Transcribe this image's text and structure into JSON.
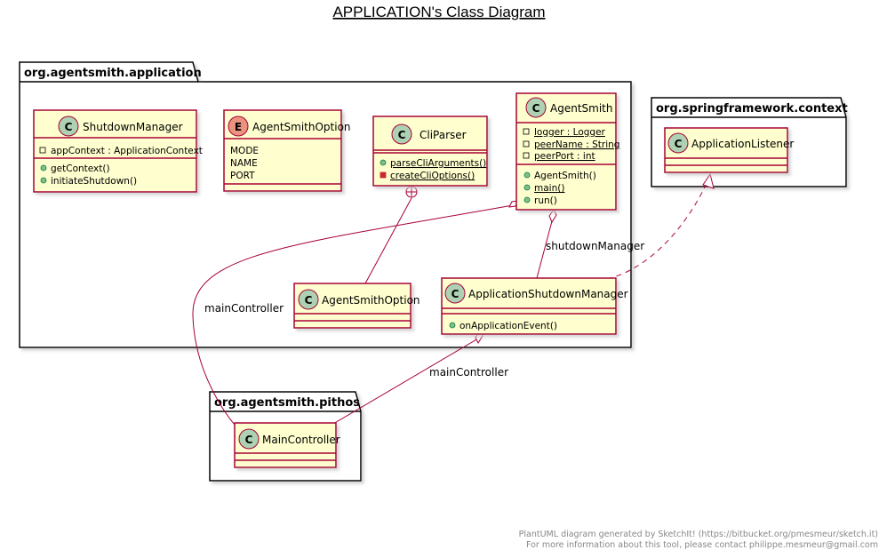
{
  "title": "APPLICATION's Class Diagram",
  "colors": {
    "class_fill": "#FEFECE",
    "class_border": "#A80036",
    "class_icon": "#ADD1B2",
    "enum_icon": "#EB937F",
    "line": "#A80036",
    "footer": "#888888"
  },
  "packages": {
    "application": "org.agentsmith.application",
    "spring": "org.springframework.context",
    "pithos": "org.agentsmith.pithos"
  },
  "classes": {
    "shutdown_manager": {
      "name": "ShutdownManager",
      "icon": "C",
      "fields": [
        "appContext : ApplicationContext"
      ],
      "methods": [
        "getContext()",
        "initiateShutdown()"
      ]
    },
    "agent_smith_option_enum": {
      "name": "AgentSmithOption",
      "icon": "E",
      "values": [
        "MODE",
        "NAME",
        "PORT"
      ]
    },
    "cli_parser": {
      "name": "CliParser",
      "icon": "C",
      "methods": [
        "parseCliArguments()",
        "createCliOptions()"
      ]
    },
    "agent_smith": {
      "name": "AgentSmith",
      "icon": "C",
      "fields": [
        "logger : Logger",
        "peerName : String",
        "peerPort : int"
      ],
      "methods": [
        "AgentSmith()",
        "main()",
        "run()"
      ]
    },
    "agent_smith_option_inner": {
      "name": "AgentSmithOption",
      "icon": "C"
    },
    "app_shutdown_manager": {
      "name": "ApplicationShutdownManager",
      "icon": "C",
      "methods": [
        "onApplicationEvent()"
      ]
    },
    "application_listener": {
      "name": "ApplicationListener",
      "icon": "C"
    },
    "main_controller": {
      "name": "MainController",
      "icon": "C"
    }
  },
  "relations": {
    "main_controller_left": "mainController",
    "shutdown_manager": "shutdownManager",
    "main_controller_bottom": "mainController"
  },
  "footer": {
    "line1": "PlantUML diagram generated by SketchIt! (https://bitbucket.org/pmesmeur/sketch.it)",
    "line2": "For more information about this tool, please contact philippe.mesmeur@gmail.com"
  }
}
